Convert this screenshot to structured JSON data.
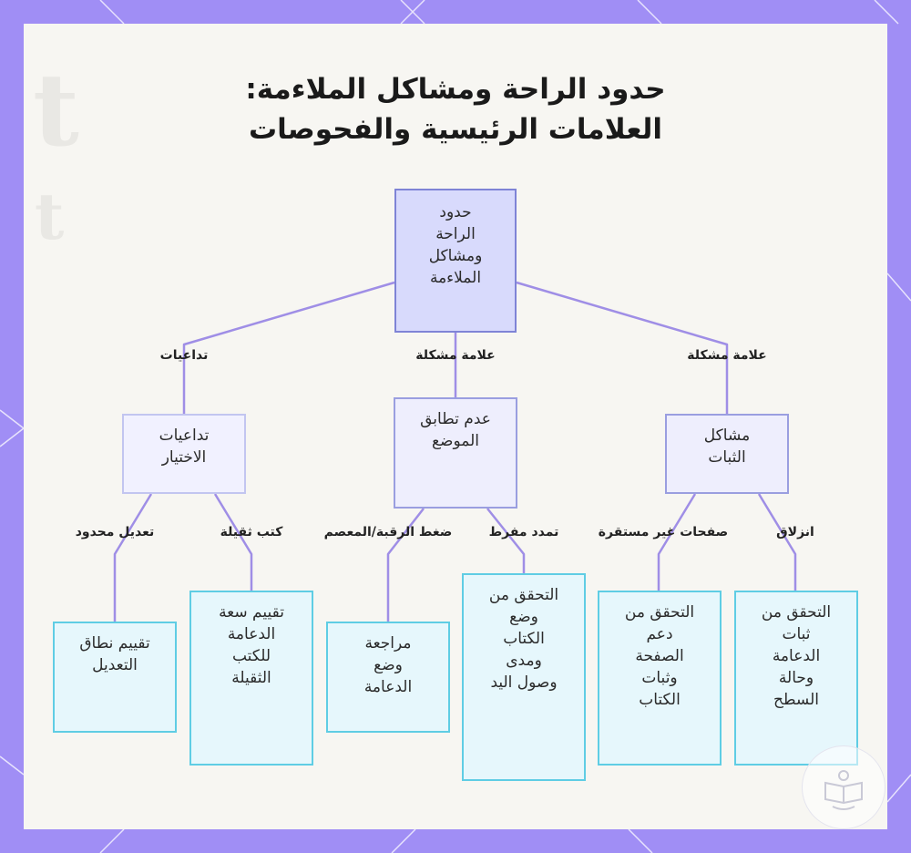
{
  "title": {
    "line1": "حدود الراحة ومشاكل الملاءمة:",
    "line2": "العلامات الرئيسية والفحوصات"
  },
  "nodes": {
    "root": {
      "lines": [
        "حدود",
        "الراحة",
        "ومشاكل",
        "الملاءمة"
      ]
    },
    "choice_effects": {
      "lines": [
        "تداعيات",
        "الاختيار"
      ]
    },
    "position_mismatch": {
      "lines": [
        "عدم تطابق",
        "الموضع"
      ]
    },
    "stability_issues": {
      "lines": [
        "مشاكل",
        "الثبات"
      ]
    },
    "assess_adjust": {
      "lines": [
        "تقييم نطاق",
        "التعديل"
      ]
    },
    "assess_capacity": {
      "lines": [
        "تقييم سعة",
        "الدعامة",
        "للكتب",
        "الثقيلة"
      ]
    },
    "review_position": {
      "lines": [
        "مراجعة",
        "وضع",
        "الدعامة"
      ]
    },
    "check_book_position": {
      "lines": [
        "التحقق من",
        "وضع",
        "الكتاب",
        "ومدى",
        "وصول اليد"
      ]
    },
    "check_page_support": {
      "lines": [
        "التحقق من",
        "دعم",
        "الصفحة",
        "وثبات",
        "الكتاب"
      ]
    },
    "check_stand_stability": {
      "lines": [
        "التحقق من",
        "ثبات",
        "الدعامة",
        "وحالة",
        "السطح"
      ]
    }
  },
  "edges": {
    "root_to_choice": "تداعيات",
    "root_to_mismatch": "علامة مشكلة",
    "root_to_stability": "علامة مشكلة",
    "choice_to_adjust": "تعديل محدود",
    "choice_to_capacity": "كتب ثقيلة",
    "mismatch_to_review": "ضغط الرقبة/المعصم",
    "mismatch_to_check": "تمدد مفرط",
    "stability_to_page": "صفحات غير مستقرة",
    "stability_to_stand": "انزلاق"
  },
  "colors": {
    "border": "#a08ef5",
    "root_fill": "#d8dafc",
    "leaf_border": "#5fcde4",
    "edge": "#9f8ee6"
  },
  "icons": {
    "logo": "book-stand-logo-icon"
  }
}
